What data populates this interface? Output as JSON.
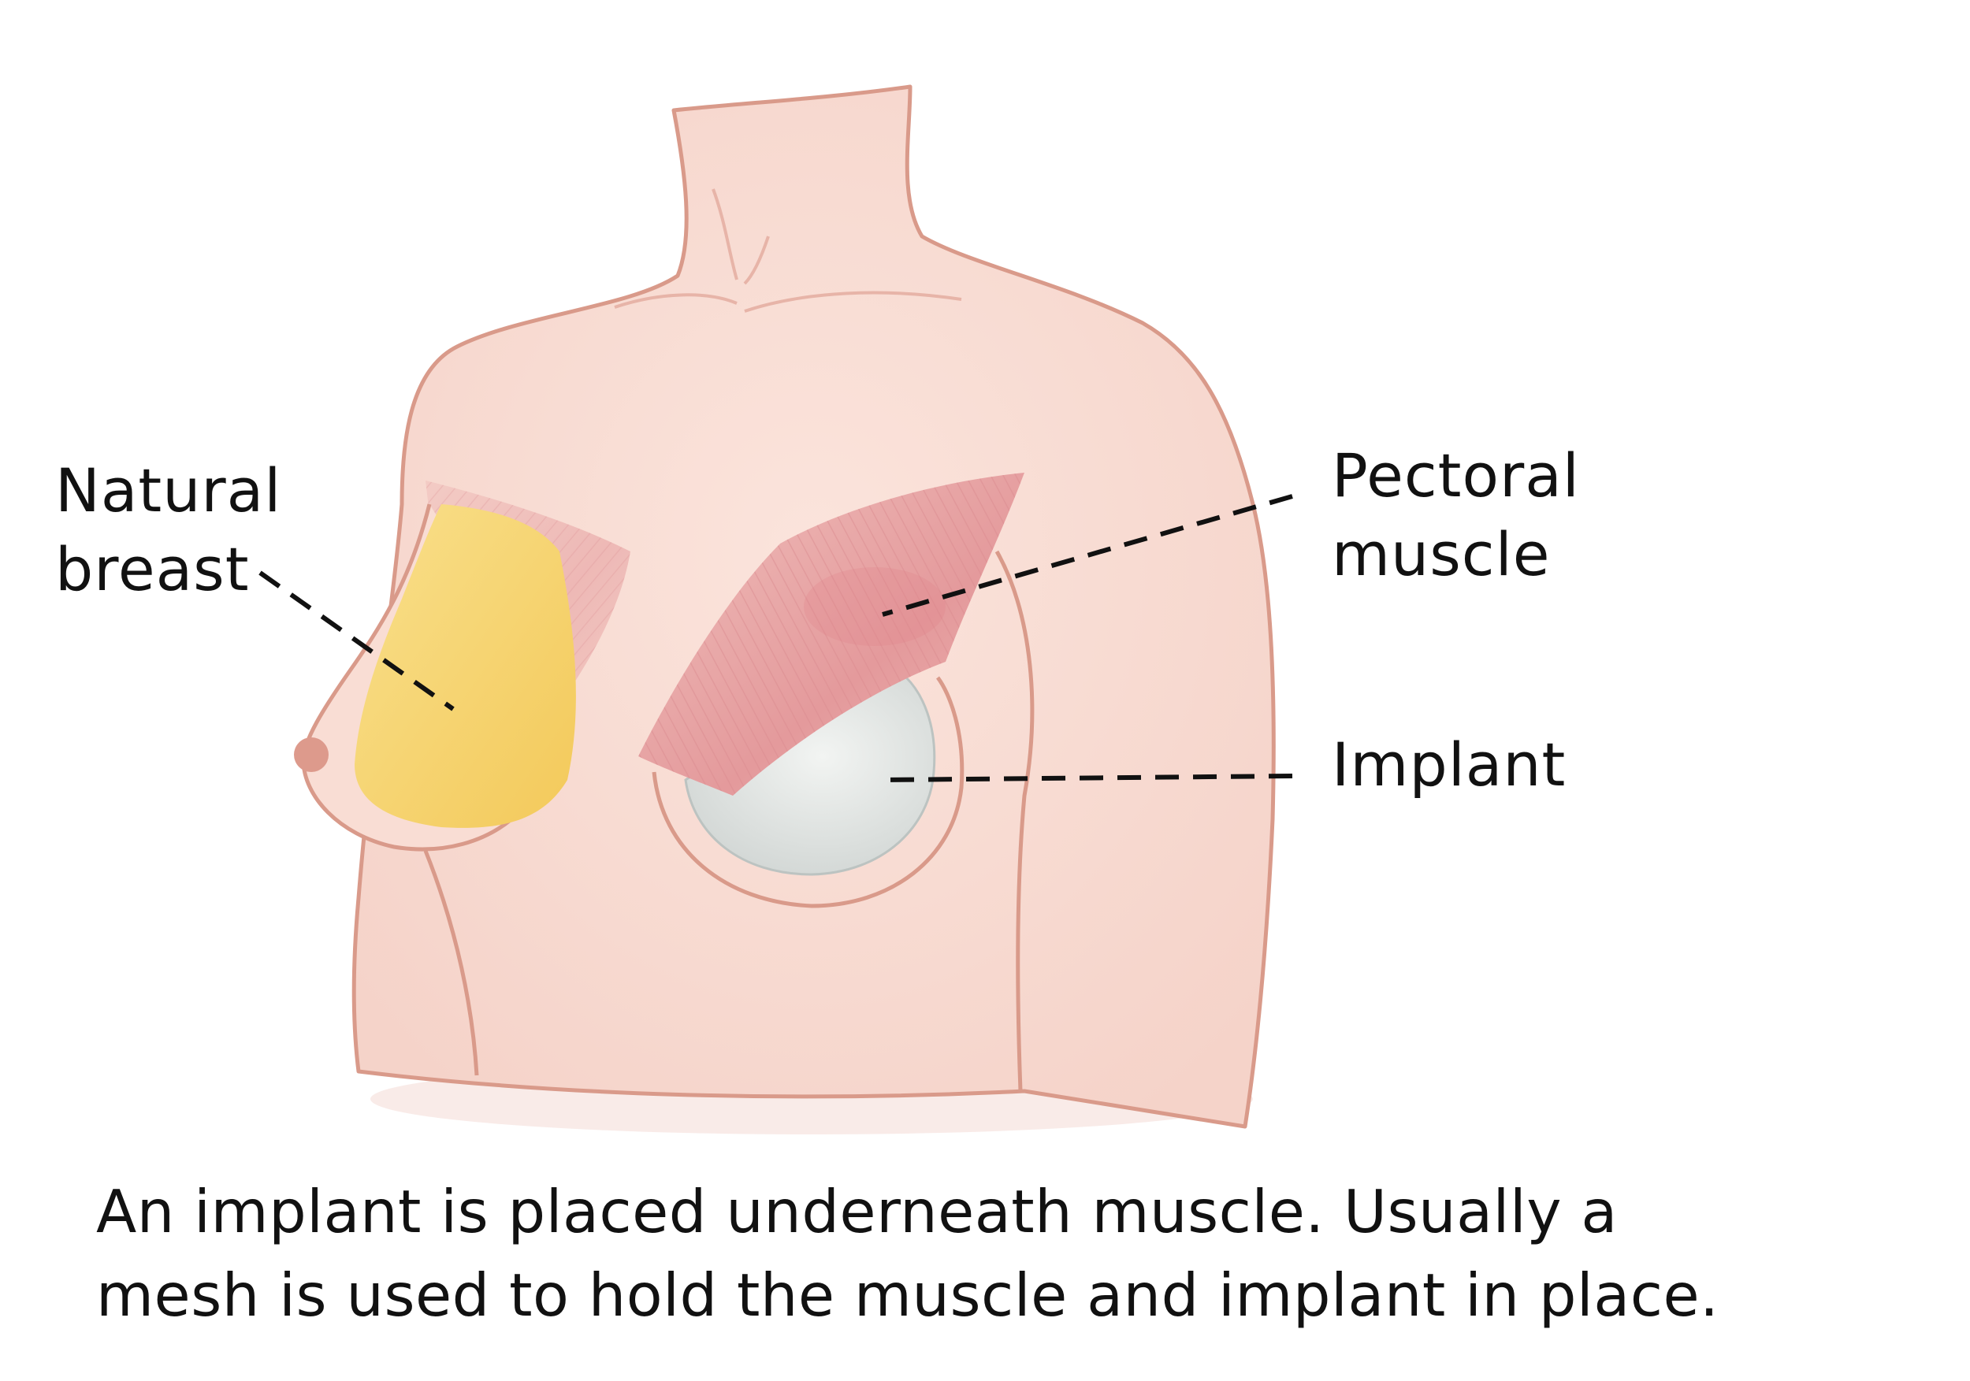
{
  "labels": {
    "natural_breast_line1": "Natural",
    "natural_breast_line2": "breast",
    "pectoral_line1": "Pectoral",
    "pectoral_line2": "muscle",
    "implant": "Implant"
  },
  "caption": {
    "line1": "An implant is placed underneath muscle. Usually a",
    "line2": "mesh is used to hold the muscle and implant in place."
  },
  "colors": {
    "skin": "#f8dcd4",
    "outline": "#d99a8a",
    "muscle": "#e9a3a3",
    "fat": "#f6d36e",
    "implant": "#e8ebe9",
    "leader": "#111111"
  }
}
